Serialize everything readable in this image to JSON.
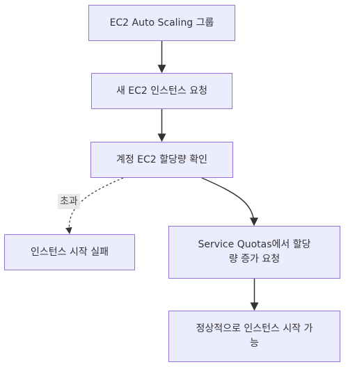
{
  "diagram": {
    "nodes": {
      "asg_group": "EC2 Auto Scaling 그룹",
      "new_instance_request": "새 EC2 인스턴스 요청",
      "check_quota": "계정 EC2 할당량 확인",
      "launch_failure": "인스턴스 시작 실패",
      "request_quota_increase": "Service Quotas에서 할당량 증가 요청",
      "launch_success": "정상적으로 인스턴스 시작 가능"
    },
    "edges": {
      "exceeded_label": "초과"
    },
    "colors": {
      "node_fill": "#ececff",
      "node_border": "#9370db",
      "edge": "#333333",
      "label_bg": "#e8e8e8"
    }
  }
}
